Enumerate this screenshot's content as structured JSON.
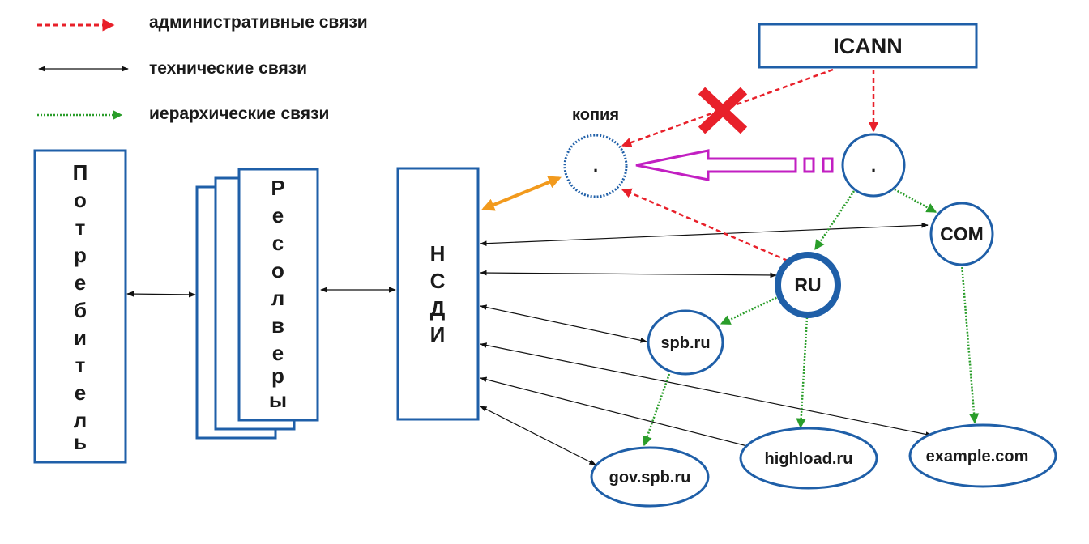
{
  "legend": {
    "administrative": "административные связи",
    "technical": "технические связи",
    "hierarchical": "иерархические связи"
  },
  "boxes": {
    "consumer": [
      "П",
      "о",
      "т",
      "р",
      "е",
      "б",
      "и",
      "т",
      "е",
      "л",
      "ь"
    ],
    "resolvers": [
      "Р",
      "е",
      "с",
      "о",
      "л",
      "в",
      "е",
      "р",
      "ы"
    ],
    "nsdi": [
      "Н",
      "С",
      "Д",
      "И"
    ]
  },
  "nodes": {
    "icann": "ICANN",
    "copy_caption": "копия",
    "root_copy": ".",
    "root": ".",
    "com": "COM",
    "ru": "RU",
    "spb": "spb.ru",
    "gov_spb": "gov.spb.ru",
    "highload": "highload.ru",
    "example": "example.com"
  },
  "colors": {
    "box_border": "#1f5fa8",
    "admin": "#e8202a",
    "technical": "#111111",
    "hierarchical": "#2a9d2a",
    "replication": "#c21fc2",
    "copy_link": "#f29a1d"
  }
}
